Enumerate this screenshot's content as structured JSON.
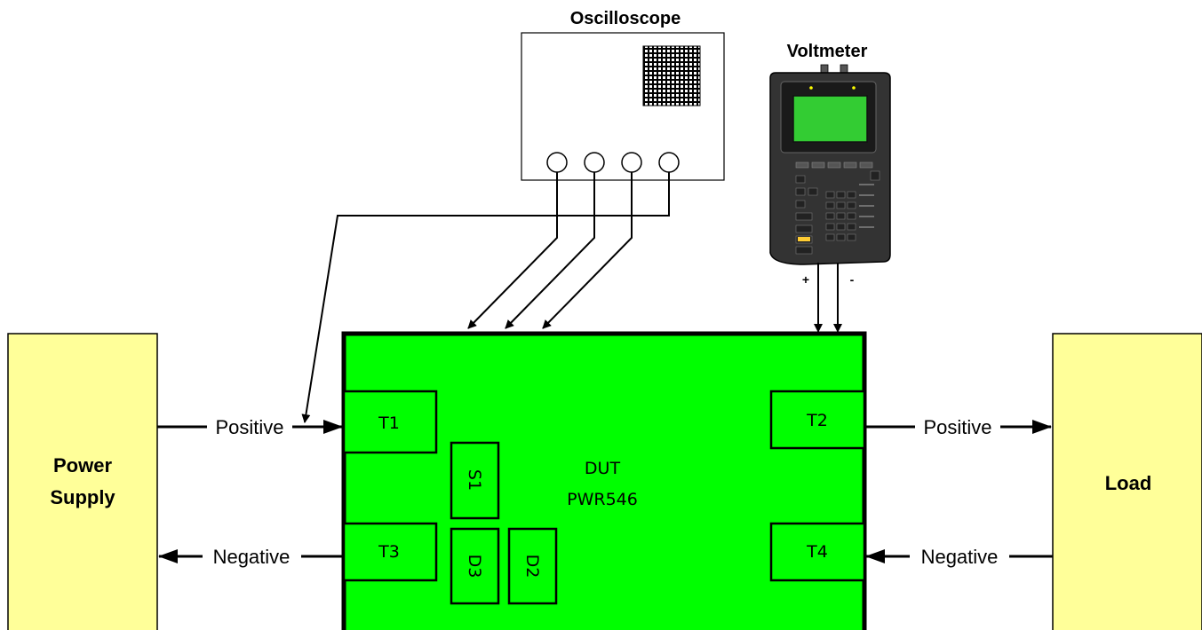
{
  "instruments": {
    "oscilloscope_title": "Oscilloscope",
    "voltmeter_title": "Voltmeter",
    "voltmeter_plus": "+",
    "voltmeter_minus": "-"
  },
  "power_supply": {
    "line1": "Power",
    "line2": "Supply"
  },
  "load": {
    "label": "Load"
  },
  "dut": {
    "name": "DUT",
    "part": "PWR546",
    "terminals": {
      "t1": "T1",
      "t2": "T2",
      "t3": "T3",
      "t4": "T4"
    },
    "components": {
      "s1": "S1",
      "d3": "D3",
      "d2": "D2"
    }
  },
  "connections": {
    "supply_positive": "Positive",
    "supply_negative": "Negative",
    "load_positive": "Positive",
    "load_negative": "Negative"
  },
  "colors": {
    "supply_fill": "#ffff99",
    "dut_fill": "#00ff00",
    "meter_body": "#333333",
    "meter_screen": "#33cc33"
  }
}
